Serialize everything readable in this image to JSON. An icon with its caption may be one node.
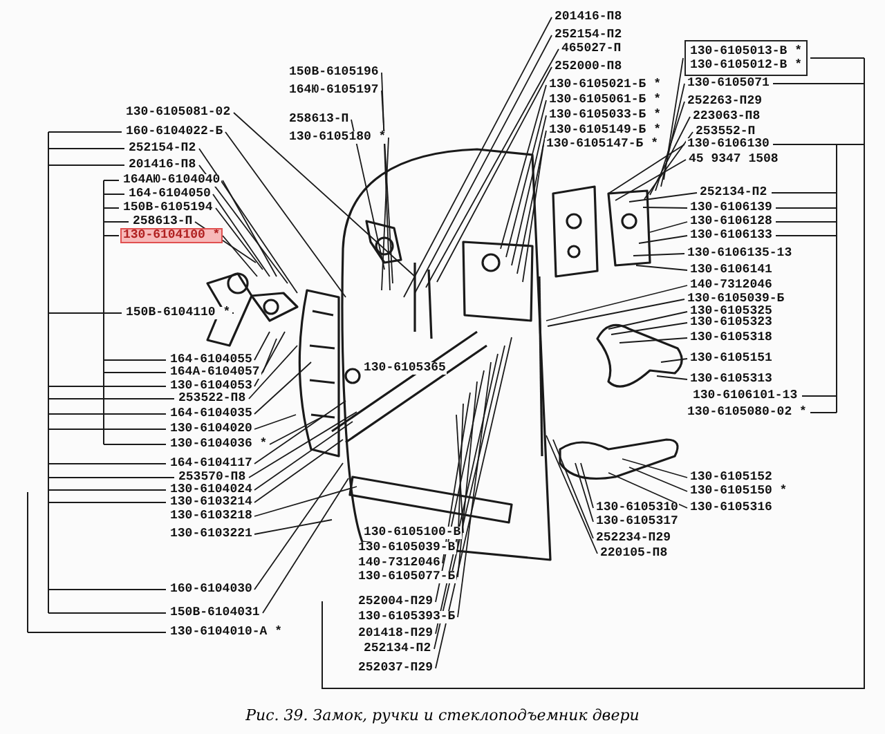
{
  "diagram": {
    "caption": "Рис. 39. Замок, ручки и стеклоподъемник двери",
    "nodes": [
      {
        "text": [
          "130-6105081-02"
        ]
      },
      {
        "text": [
          "160-6104022-Б"
        ]
      },
      {
        "text": [
          "252154-П2"
        ]
      },
      {
        "text": [
          "201416-П8"
        ]
      },
      {
        "text": [
          "164АЮ-6104040"
        ]
      },
      {
        "text": [
          "164-6104050"
        ]
      },
      {
        "text": [
          "150В-6105194"
        ]
      },
      {
        "text": [
          "258613-П"
        ]
      },
      {
        "text": [
          "130-6104100 *"
        ]
      },
      {
        "text": [
          "150В-6104110 *"
        ]
      },
      {
        "text": [
          "164-6104055"
        ]
      },
      {
        "text": [
          "164А-6104057"
        ]
      },
      {
        "text": [
          "130-6104053"
        ]
      },
      {
        "text": [
          "253522-П8"
        ]
      },
      {
        "text": [
          "164-6104035"
        ]
      },
      {
        "text": [
          "130-6104020"
        ]
      },
      {
        "text": [
          "130-6104036 *"
        ]
      },
      {
        "text": [
          "164-6104117"
        ]
      },
      {
        "text": [
          "253570-П8"
        ]
      },
      {
        "text": [
          "130-6104024"
        ]
      },
      {
        "text": [
          "130-6103214"
        ]
      },
      {
        "text": [
          "130-6103218"
        ]
      },
      {
        "text": [
          "130-6103221"
        ]
      },
      {
        "text": [
          "160-6104030"
        ]
      },
      {
        "text": [
          "150В-6104031"
        ]
      },
      {
        "text": [
          "150В-6105196"
        ]
      },
      {
        "text": [
          "164Ю-6105197"
        ]
      },
      {
        "text": [
          "258613-П"
        ]
      },
      {
        "text": [
          "130-6105180 *"
        ]
      },
      {
        "text": [
          "201416-П8"
        ]
      },
      {
        "text": [
          "252154-П2"
        ]
      },
      {
        "text": [
          "465027-П"
        ]
      },
      {
        "text": [
          "252000-П8"
        ]
      },
      {
        "text": [
          "130-6105013-В *",
          "130-6105012-В *"
        ]
      },
      {
        "text": [
          "130-6105021-Б *"
        ]
      },
      {
        "text": [
          "130-6105061-Б *"
        ]
      },
      {
        "text": [
          "130-6105033-Б *"
        ]
      },
      {
        "text": [
          "130-6105149-Б *"
        ]
      },
      {
        "text": [
          "130-6105147-Б *"
        ]
      },
      {
        "text": [
          "130-6105071"
        ]
      },
      {
        "text": [
          "252263-П29"
        ]
      },
      {
        "text": [
          "223063-П8"
        ]
      },
      {
        "text": [
          "253552-П"
        ]
      },
      {
        "text": [
          "130-6106130"
        ]
      },
      {
        "text": [
          "45 9347 1508"
        ]
      },
      {
        "text": [
          "252134-П2"
        ]
      },
      {
        "text": [
          "130-6106139"
        ]
      },
      {
        "text": [
          "130-6106128"
        ]
      },
      {
        "text": [
          "130-6106133"
        ]
      },
      {
        "text": [
          "130-6106135-13"
        ]
      },
      {
        "text": [
          "130-6106141"
        ]
      },
      {
        "text": [
          "140-7312046"
        ]
      },
      {
        "text": [
          "130-6105039-Б"
        ]
      },
      {
        "text": [
          "130-6105325"
        ]
      },
      {
        "text": [
          "130-6105323"
        ]
      },
      {
        "text": [
          "130-6105318"
        ]
      },
      {
        "text": [
          "130-6105151"
        ]
      },
      {
        "text": [
          "130-6105313"
        ]
      },
      {
        "text": [
          "130-6105152"
        ]
      },
      {
        "text": [
          "130-6105150 *"
        ]
      },
      {
        "text": [
          "130-6105316"
        ]
      },
      {
        "text": [
          "130-6105310"
        ]
      },
      {
        "text": [
          "130-6105317"
        ]
      },
      {
        "text": [
          "252234-П29"
        ]
      },
      {
        "text": [
          "220105-П8"
        ]
      },
      {
        "text": [
          "130-6105100-В"
        ]
      },
      {
        "text": [
          "130-6105039-В"
        ]
      },
      {
        "text": [
          "140-7312046"
        ]
      },
      {
        "text": [
          "130-6105077-Б"
        ]
      },
      {
        "text": [
          "252004-П29"
        ]
      },
      {
        "text": [
          "130-6105393-Б"
        ]
      },
      {
        "text": [
          "201418-П29"
        ]
      },
      {
        "text": [
          "252134-П2"
        ]
      },
      {
        "text": [
          "252037-П29"
        ]
      }
    ],
    "edges": [
      {
        "from": 0,
        "to": null,
        "arrow": "none"
      },
      {
        "from": 1,
        "to": null,
        "arrow": "none"
      },
      {
        "from": 2,
        "to": null,
        "arrow": "none"
      },
      {
        "from": 3,
        "to": null,
        "arrow": "none"
      },
      {
        "from": 4,
        "to": null,
        "arrow": "none"
      },
      {
        "from": 5,
        "to": null,
        "arrow": "none"
      },
      {
        "from": 6,
        "to": null,
        "arrow": "none"
      },
      {
        "from": 7,
        "to": null,
        "arrow": "none"
      },
      {
        "from": 8,
        "to": null,
        "arrow": "none"
      },
      {
        "from": 9,
        "to": null,
        "arrow": "none"
      },
      {
        "from": 10,
        "to": null,
        "arrow": "none"
      },
      {
        "from": 11,
        "to": null,
        "arrow": "none"
      },
      {
        "from": 12,
        "to": null,
        "arrow": "none"
      },
      {
        "from": 13,
        "to": null,
        "arrow": "none"
      },
      {
        "from": 14,
        "to": null,
        "arrow": "none"
      },
      {
        "from": 15,
        "to": null,
        "arrow": "none"
      },
      {
        "from": 16,
        "to": null,
        "arrow": "none"
      },
      {
        "from": 17,
        "to": null,
        "arrow": "none"
      },
      {
        "from": 18,
        "to": null,
        "arrow": "none"
      },
      {
        "from": 19,
        "to": null,
        "arrow": "none"
      },
      {
        "from": 20,
        "to": null,
        "arrow": "none"
      },
      {
        "from": 21,
        "to": null,
        "arrow": "none"
      },
      {
        "from": 22,
        "to": null,
        "arrow": "none"
      },
      {
        "from": 23,
        "to": null,
        "arrow": "none"
      },
      {
        "from": 24,
        "to": null,
        "arrow": "none"
      },
      {
        "from": 25,
        "to": null,
        "arrow": "none"
      },
      {
        "from": 26,
        "to": null,
        "arrow": "none"
      },
      {
        "from": 27,
        "to": null,
        "arrow": "none"
      },
      {
        "from": 28,
        "to": null,
        "arrow": "none"
      },
      {
        "from": 29,
        "to": null,
        "arrow": "none"
      },
      {
        "from": 30,
        "to": null,
        "arrow": "none"
      },
      {
        "from": 31,
        "to": null,
        "arrow": "none"
      },
      {
        "from": 32,
        "to": null,
        "arrow": "none"
      },
      {
        "from": 33,
        "to": null,
        "arrow": "none"
      },
      {
        "from": 34,
        "to": null,
        "arrow": "none"
      },
      {
        "from": 35,
        "to": null,
        "arrow": "none"
      },
      {
        "from": 36,
        "to": null,
        "arrow": "none"
      },
      {
        "from": 37,
        "to": null,
        "arrow": "none"
      },
      {
        "from": 38,
        "to": null,
        "arrow": "none"
      },
      {
        "from": 39,
        "to": null,
        "arrow": "none"
      },
      {
        "from": 40,
        "to": null,
        "arrow": "none"
      },
      {
        "from": 41,
        "to": null,
        "arrow": "none"
      },
      {
        "from": 42,
        "to": null,
        "arrow": "none"
      },
      {
        "from": 43,
        "to": null,
        "arrow": "none"
      },
      {
        "from": 44,
        "to": null,
        "arrow": "none"
      },
      {
        "from": 45,
        "to": null,
        "arrow": "none"
      },
      {
        "from": 46,
        "to": null,
        "arrow": "none"
      },
      {
        "from": 47,
        "to": null,
        "arrow": "none"
      },
      {
        "from": 48,
        "to": null,
        "arrow": "none"
      },
      {
        "from": 49,
        "to": null,
        "arrow": "none"
      },
      {
        "from": 50,
        "to": null,
        "arrow": "none"
      },
      {
        "from": 51,
        "to": null,
        "arrow": "none"
      },
      {
        "from": 52,
        "to": null,
        "arrow": "none"
      },
      {
        "from": 53,
        "to": null,
        "arrow": "none"
      },
      {
        "from": 54,
        "to": null,
        "arrow": "none"
      },
      {
        "from": 55,
        "to": null,
        "arrow": "none"
      },
      {
        "from": 56,
        "to": null,
        "arrow": "none"
      },
      {
        "from": 57,
        "to": null,
        "arrow": "none"
      },
      {
        "from": 58,
        "to": null,
        "arrow": "none"
      },
      {
        "from": 59,
        "to": null,
        "arrow": "none"
      },
      {
        "from": 60,
        "to": null,
        "arrow": "none"
      },
      {
        "from": 61,
        "to": null,
        "arrow": "none"
      },
      {
        "from": 62,
        "to": null,
        "arrow": "none"
      },
      {
        "from": 63,
        "to": null,
        "arrow": "none"
      },
      {
        "from": 64,
        "to": null,
        "arrow": "none"
      },
      {
        "from": 65,
        "to": null,
        "arrow": "none"
      },
      {
        "from": 66,
        "to": null,
        "arrow": "none"
      },
      {
        "from": 67,
        "to": null,
        "arrow": "none"
      },
      {
        "from": 68,
        "to": null,
        "arrow": "none"
      },
      {
        "from": 69,
        "to": null,
        "arrow": "none"
      },
      {
        "from": 70,
        "to": null,
        "arrow": "none"
      },
      {
        "from": 71,
        "to": null,
        "arrow": "none"
      },
      {
        "from": 72,
        "to": null,
        "arrow": "none"
      },
      {
        "from": 73,
        "to": null,
        "arrow": "none"
      }
    ],
    "labels": [
      "130-6105365",
      "130-6106101-13",
      "130-6105080-02 *",
      "130-6104010-А *"
    ]
  }
}
